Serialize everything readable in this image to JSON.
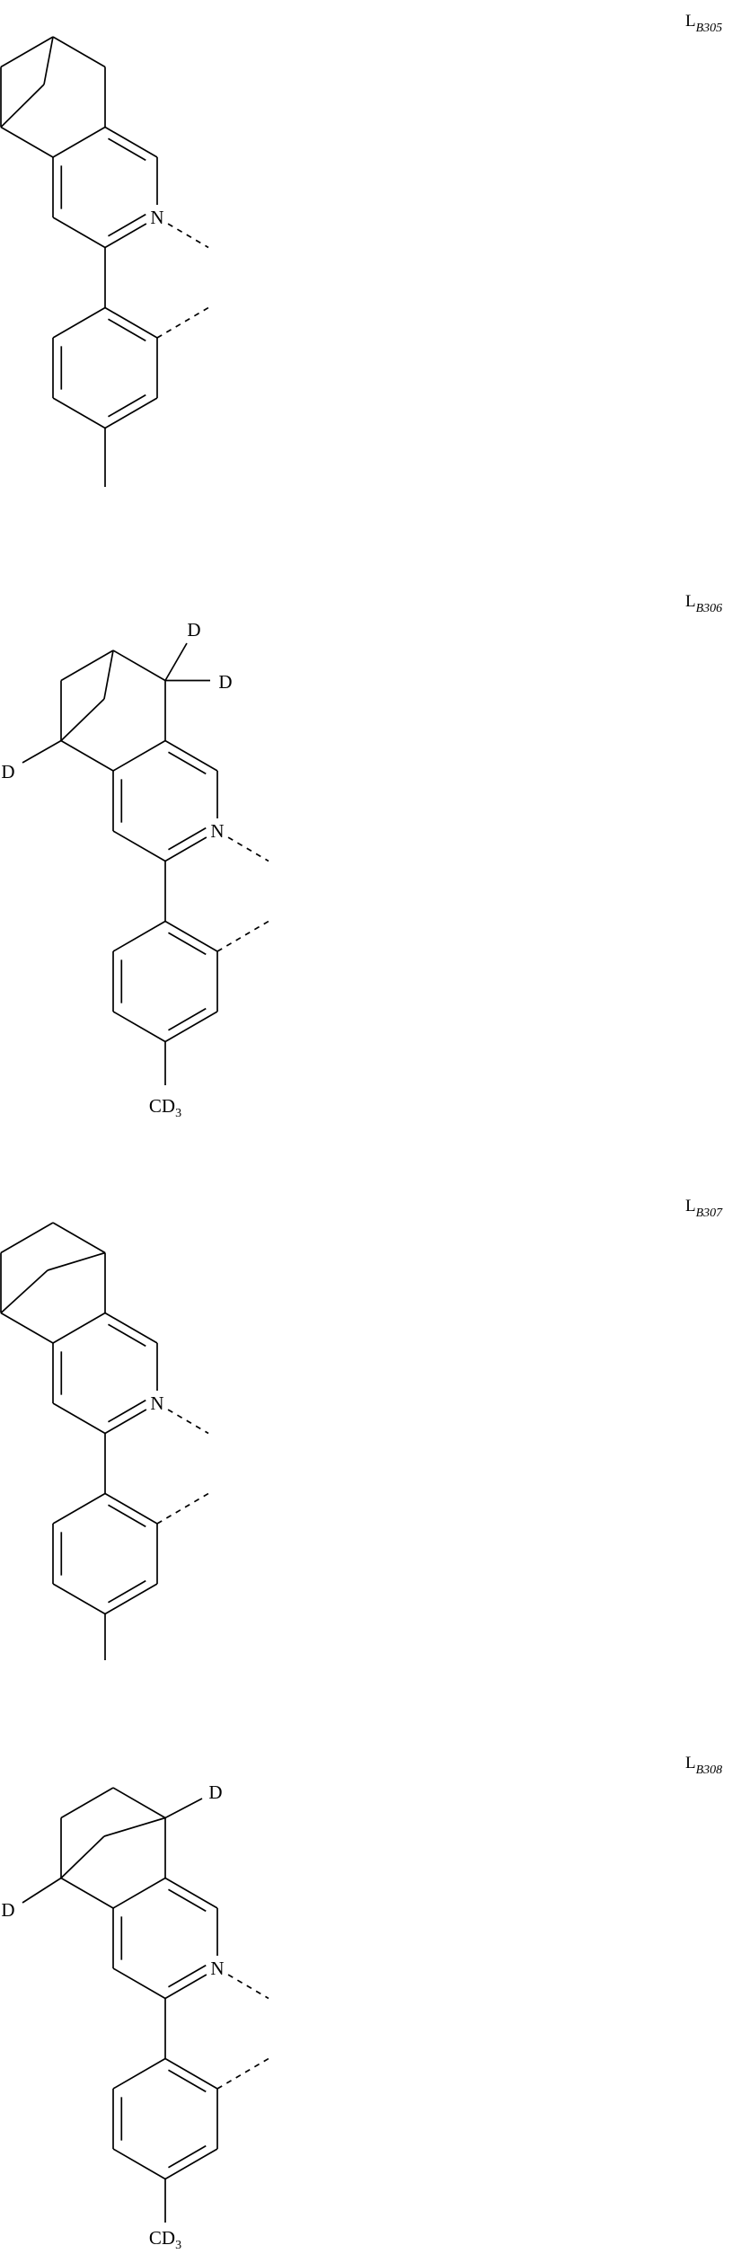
{
  "structures": [
    {
      "label": "L",
      "label_sub": "B305",
      "n_atom": "N",
      "para_group": "",
      "deuterium": []
    },
    {
      "label": "L",
      "label_sub": "B306",
      "n_atom": "N",
      "para_group": {
        "main": "CD",
        "sub": "3"
      },
      "deuterium": [
        "D",
        "D",
        "D"
      ]
    },
    {
      "label": "L",
      "label_sub": "B307",
      "n_atom": "N",
      "para_group": "",
      "deuterium": []
    },
    {
      "label": "L",
      "label_sub": "B308",
      "n_atom": "N",
      "para_group": {
        "main": "CD",
        "sub": "3"
      },
      "deuterium": [
        "D",
        "D"
      ]
    }
  ]
}
